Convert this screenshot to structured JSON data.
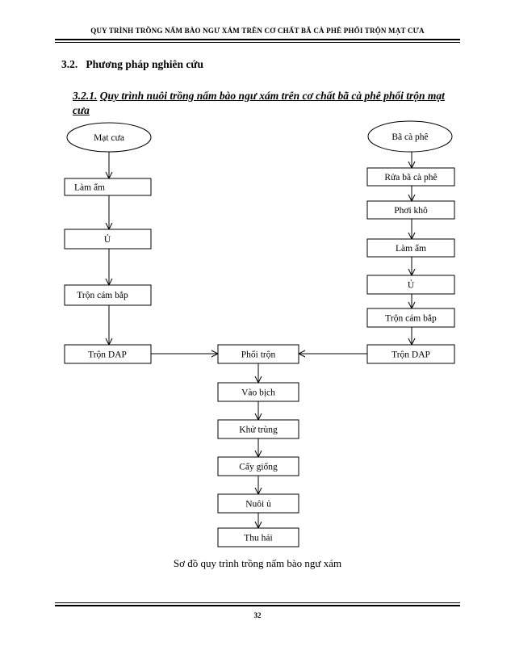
{
  "header": {
    "title": "QUY TRÌNH TRỒNG NẤM BÀO NGƯ XÁM TRÊN CƠ CHẤT BÃ CÀ PHÊ PHỐI TRỘN MẠT CƯA"
  },
  "section": {
    "number": "3.2.",
    "title": "Phương pháp nghiên cứu"
  },
  "subsection": {
    "number": "3.2.1.",
    "title": "Quy trình nuôi trồng nấm bào ngư xám trên cơ chất bã cà phê phối trộn mạt cưa"
  },
  "flowchart": {
    "left_column": {
      "start": "Mạt cưa",
      "steps": [
        "Làm ẩm",
        "Ủ",
        "Trộn cám bắp",
        "Trộn DAP"
      ]
    },
    "right_column": {
      "start": "Bã cà phê",
      "steps": [
        "Rửa bã cà phê",
        "Phơi khô",
        "Làm ẩm",
        "Ủ",
        "Trộn cám bắp",
        "Trộn DAP"
      ]
    },
    "center_column": {
      "steps": [
        "Phối trộn",
        "Vào bịch",
        "Khử trùng",
        "Cấy giống",
        "Nuôi ủ",
        "Thu hái"
      ]
    }
  },
  "caption": "Sơ đồ quy trình trồng nấm bào ngư xám",
  "page_number": "32"
}
